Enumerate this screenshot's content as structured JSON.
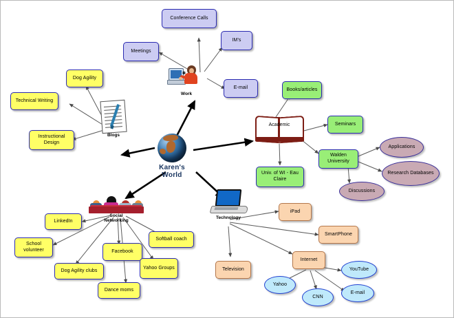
{
  "diagram": {
    "title": "Karen's World",
    "type": "mind-map",
    "center": {
      "label": "Karen's World",
      "icon": "globe-icon"
    },
    "branches": [
      {
        "id": "work",
        "label": "Work",
        "icon": "person-at-computer-icon",
        "node_color": "#ccccf2",
        "children": [
          "Meetings",
          "Conference Calls",
          "IM's",
          "E-mail"
        ]
      },
      {
        "id": "blogs",
        "label": "Blogs",
        "icon": "notepad-pen-icon",
        "node_color": "#ffff66",
        "children": [
          "Dog Agility",
          "Technical Writing",
          "Instructional Design"
        ]
      },
      {
        "id": "academic",
        "label": "Academic",
        "icon": "open-book-icon",
        "node_color": "#99ee77",
        "children": [
          "Books/articles",
          "Seminars",
          "Univ. of WI - Eau Claire",
          "Walden University"
        ],
        "grandchildren": [
          "Applications",
          "Research Databases",
          "Discussions"
        ],
        "grandchild_color": "#c9aab4"
      },
      {
        "id": "social-networking",
        "label": "Social\nNetworking",
        "icon": "group-of-people-icon",
        "node_color": "#ffff99",
        "children": [
          "LinkedIn",
          "School volunteer",
          "Dog Agility clubs",
          "Facebook",
          "Dance moms",
          "Yahoo Groups",
          "Softball coach"
        ]
      },
      {
        "id": "technology",
        "label": "Technology",
        "icon": "laptop-icon",
        "node_color": "#fbd5b0",
        "children": [
          "iPad",
          "SmartPhone",
          "Internet",
          "Television"
        ],
        "grandchildren": [
          "YouTube",
          "Yahoo",
          "CNN",
          "E-mail"
        ],
        "grandchild_color": "#bfe9fb"
      }
    ],
    "nodes": {
      "conference_calls": "Conference Calls",
      "ims": "IM's",
      "meetings": "Meetings",
      "email_work": "E-mail",
      "work": "Work",
      "dog_agility": "Dog Agility",
      "technical_writing": "Technical Writing",
      "instructional_design": "Instructional Design",
      "blogs": "Blogs",
      "academic": "Academic",
      "books_articles": "Books/articles",
      "seminars": "Seminars",
      "univ_wi": "Univ. of WI - Eau Claire",
      "walden": "Walden University",
      "applications": "Applications",
      "research_databases": "Research Databases",
      "discussions": "Discussions",
      "social_networking": "Social\nNetworking",
      "linkedin": "LinkedIn",
      "school_volunteer": "School volunteer",
      "dog_agility_clubs": "Dog Agility clubs",
      "facebook": "Facebook",
      "dance_moms": "Dance moms",
      "yahoo_groups": "Yahoo Groups",
      "softball_coach": "Softball coach",
      "technology": "Technology",
      "ipad": "iPad",
      "smartphone": "SmartPhone",
      "internet": "Internet",
      "television": "Television",
      "youtube": "YouTube",
      "yahoo": "Yahoo",
      "cnn": "CNN",
      "email_net": "E-mail"
    }
  }
}
